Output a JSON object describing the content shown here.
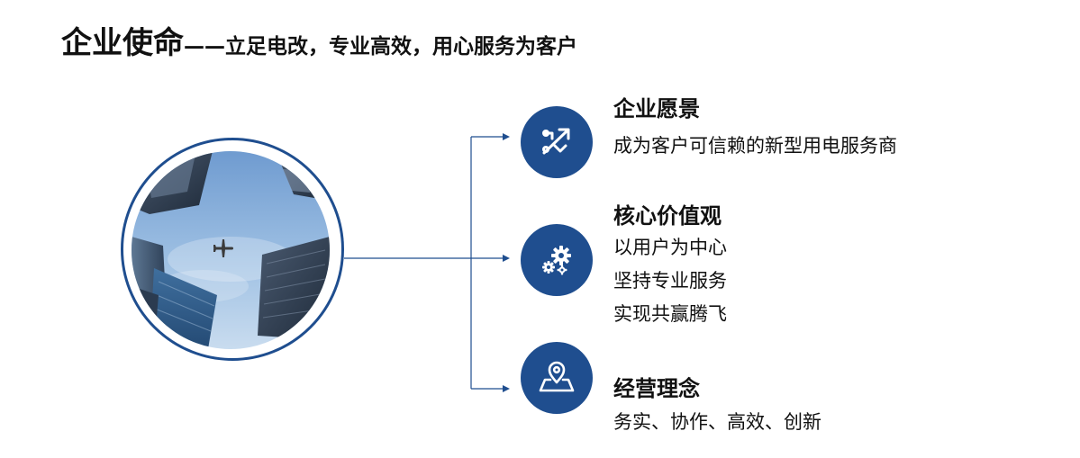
{
  "title": {
    "main": "企业使命",
    "subtitle": "——立足电改，专业高效，用心服务为客户"
  },
  "sections": [
    {
      "heading": "企业愿景",
      "icon": "growth-arrow-icon",
      "lines": [
        "成为客户可信赖的新型用电服务商"
      ]
    },
    {
      "heading": "核心价值观",
      "icon": "gears-icon",
      "lines": [
        "以用户为中心",
        "坚持专业服务",
        "实现共赢腾飞"
      ]
    },
    {
      "heading": "经营理念",
      "icon": "map-pin-icon",
      "lines": [
        "务实、协作、高效、创新"
      ]
    }
  ],
  "colors": {
    "accent": "#1f4e8f",
    "sky": "#8db3dd",
    "building": "#3a4a5e"
  }
}
